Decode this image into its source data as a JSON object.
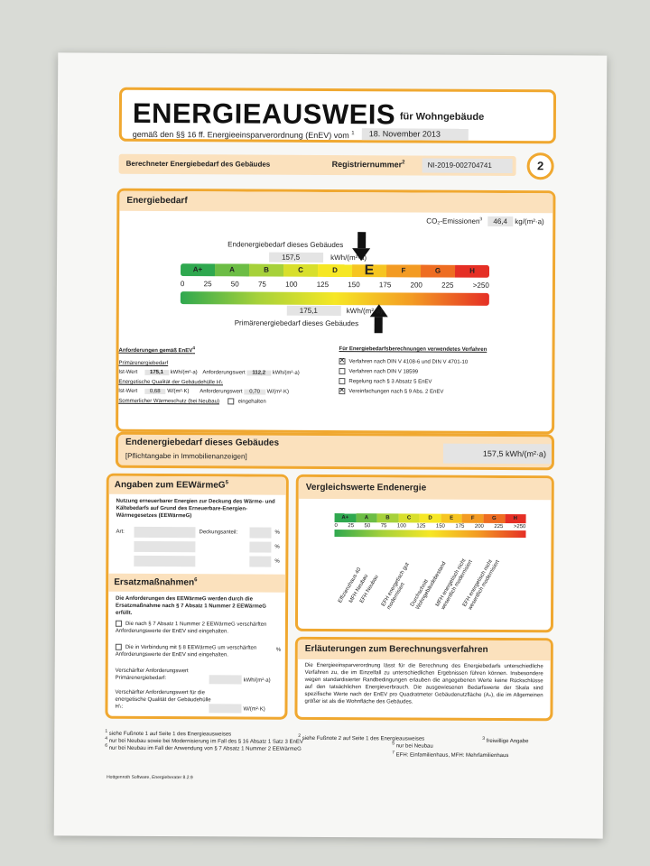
{
  "header": {
    "title": "ENERGIEAUSWEIS",
    "for": "für Wohngebäude",
    "subtitle": "gemäß den §§ 16 ff. Energieeinsparverordnung (EnEV) vom",
    "sup1": "1",
    "date": "18. November 2013"
  },
  "band": {
    "label": "Berechneter Energiebedarf des Gebäudes",
    "reg_label": "Registriernummer",
    "reg_sup": "2",
    "reg_value": "NI-2019-002704741",
    "page": "2"
  },
  "bedarf": {
    "title": "Energiebedarf",
    "co2_label": "CO₂-Emissionen",
    "co2_sup": "3",
    "co2_value": "46,4",
    "co2_unit": "kg/(m²·a)",
    "end_label": "Endenergiebedarf dieses Gebäudes",
    "end_value": "157,5",
    "end_unit": "kWh/(m²·a)",
    "prim_value": "175,1",
    "prim_unit": "kWh/(m²·a)",
    "prim_label": "Primärenergiebedarf dieses Gebäudes",
    "classes": [
      "A+",
      "A",
      "B",
      "C",
      "D",
      "E",
      "F",
      "G",
      "H"
    ],
    "ticks": [
      "0",
      "25",
      "50",
      "75",
      "100",
      "125",
      "150",
      "175",
      "200",
      "225",
      ">250"
    ]
  },
  "anf": {
    "title": "Anforderungen gemäß EnEV",
    "sup": "4",
    "prim_head": "Primärenergiebedarf",
    "ist": "Ist-Wert",
    "ist_val": "175,1",
    "unit_kwh": "kWh/(m²·a)",
    "anf": "Anforderungswert",
    "anf_val": "112,2",
    "ht_head": "Energetische Qualität der Gebäudehülle H'ₜ",
    "ht_ist": "0,68",
    "ht_unit": "W/(m²·K)",
    "ht_anf": "0,70",
    "sommer": "Sommerlicher Wärmeschutz (bei Neubau)",
    "eingehalten": "eingehalten"
  },
  "verf": {
    "title": "Für Energiebedarfsberechnungen verwendetes Verfahren",
    "items": [
      {
        "label": "Verfahren nach DIN V 4108-6 und DIN V 4701-10",
        "checked": true
      },
      {
        "label": "Verfahren nach DIN V 18599",
        "checked": false
      },
      {
        "label": "Regelung nach § 3 Absatz 5 EnEV",
        "checked": false
      },
      {
        "label": "Vereinfachungen nach § 9 Abs. 2 EnEV",
        "checked": true
      }
    ]
  },
  "endbox": {
    "title": "Endenergiebedarf dieses Gebäudes",
    "sub": "[Pflichtangabe in Immobilienanzeigen]",
    "value": "157,5 kWh/(m²·a)"
  },
  "eew": {
    "title": "Angaben zum EEWärmeG",
    "sup": "5",
    "desc": "Nutzung erneuerbarer Energien zur Deckung des Wärme- und Kältebedarfs auf Grund des Erneuerbare-Energien-Wärmegesetzes (EEWärmeG)",
    "art": "Art:",
    "deck": "Deckungsanteil:",
    "pct": "%"
  },
  "ersatz": {
    "title": "Ersatzmaßnahmen",
    "sup": "6",
    "desc": "Die Anforderungen des EEWärmeG werden durch die Ersatzmaßnahme nach § 7 Absatz 1 Nummer 2 EEWärmeG erfüllt.",
    "opt1": "Die nach § 7 Absatz 1 Nummer 2 EEWärmeG verschärften Anforderungswerte der EnEV sind eingehalten.",
    "opt2": "Die in Verbindung mit § 8 EEWärmeG um verschärften Anforderungswerte der EnEV sind eingehalten.",
    "pct": "%",
    "v1": "Verschärfter Anforderungswert Primärenergiebedarf:",
    "v1u": "kWh/(m²·a)",
    "v2": "Verschärfter Anforderungswert für die energetische Qualität der Gebäudehülle H'ₜ:",
    "v2u": "W/(m²·K)"
  },
  "vgl": {
    "title": "Vergleichswerte Endenergie",
    "classes": [
      "A+",
      "A",
      "B",
      "C",
      "D",
      "E",
      "F",
      "G",
      "H"
    ],
    "ticks": [
      "0",
      "25",
      "50",
      "75",
      "100",
      "125",
      "150",
      "175",
      "200",
      "225",
      ">250"
    ],
    "labels": [
      "Effizienzhaus 40",
      "MFH Neubau",
      "EFH Neubau",
      "EFH energetisch gut modernisiert",
      "Durchschnitt Wohngebäudebestand",
      "MFH energetisch nicht wesentlich modernisiert",
      "EFH energetisch nicht wesentlich modernisiert"
    ]
  },
  "erl": {
    "title": "Erläuterungen zum Berechnungsverfahren",
    "text": "Die Energieeinsparverordnung lässt für die Berechnung des Energiebedarfs unterschiedliche Verfahren zu, die im Einzelfall zu unterschiedlichen Ergebnissen führen können. Insbesondere wegen standardisierter Randbedingungen erlauben die angegebenen Werte keine Rückschlüsse auf den tatsächlichen Energieverbrauch. Die ausgewiesenen Bedarfswerte der Skala sind spezifische Werte nach der EnEV pro Quadratmeter Gebäudenutzfläche (Aₙ), die im Allgemeinen größer ist als die Wohnfläche des Gebäudes."
  },
  "foot": {
    "f1": "siehe Fußnote 1 auf Seite 1 des Energieausweises",
    "f2": "siehe Fußnote 2 auf Seite 1 des Energieausweises",
    "f3": "freiwillige Angabe",
    "f4": "nur bei Neubau sowie bei Modernisierung im Fall des § 16 Absatz 1 Satz 3 EnEV",
    "f5": "nur bei Neubau",
    "f6": "nur bei Neubau im Fall der Anwendung von § 7 Absatz 1 Nummer 2 EEWärmeG",
    "f7": "EFH: Einfamilienhaus, MFH: Mehrfamilienhaus",
    "n1": "1",
    "n2": "2",
    "n3": "3",
    "n4": "4",
    "n5": "5",
    "n6": "6",
    "n7": "7",
    "software": "Hottgenroth Software, Energieberater 8.2.9"
  },
  "colors": {
    "accent": "#f0a830",
    "band": "#fbe1bd",
    "scale": [
      "#2fa84f",
      "#6cbd45",
      "#a6d13a",
      "#d8df2c",
      "#f6e725",
      "#f6c521",
      "#f39b23",
      "#ee6d22",
      "#e52f25"
    ]
  }
}
